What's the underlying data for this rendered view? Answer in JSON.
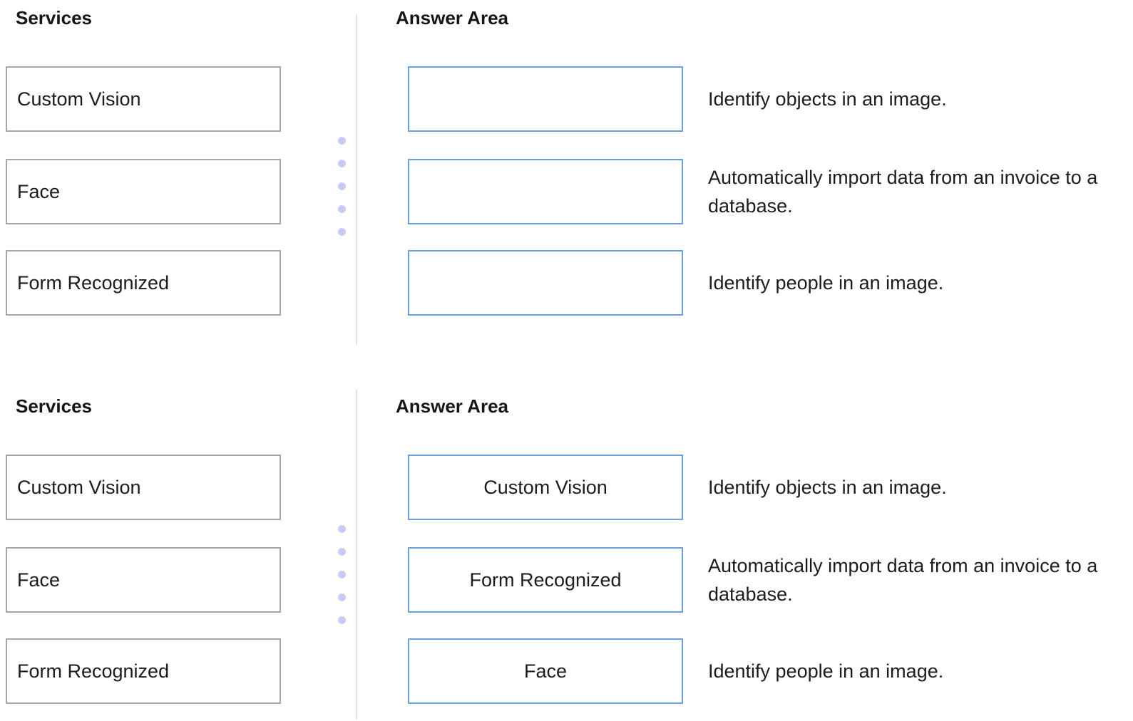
{
  "colors": {
    "text": "#1c1c1c",
    "service_box_border": "#a6a6a6",
    "answer_box_border": "#6aa0dc",
    "divider_line": "#dfe3ef",
    "divider_dot": "#c7cdf2",
    "background": "#ffffff"
  },
  "panels": [
    {
      "state": "unanswered",
      "services_heading": "Services",
      "answer_heading": "Answer Area",
      "service_items": [
        "Custom Vision",
        "Face",
        "Form Recognized"
      ],
      "rows": [
        {
          "answer": "",
          "description": "Identify objects in an image."
        },
        {
          "answer": "",
          "description": "Automatically import data from an invoice to a database."
        },
        {
          "answer": "",
          "description": "Identify people in an image."
        }
      ]
    },
    {
      "state": "answered",
      "services_heading": "Services",
      "answer_heading": "Answer Area",
      "service_items": [
        "Custom Vision",
        "Face",
        "Form Recognized"
      ],
      "rows": [
        {
          "answer": "Custom Vision",
          "description": "Identify objects in an image."
        },
        {
          "answer": "Form Recognized",
          "description": "Automatically import data from an invoice to a database."
        },
        {
          "answer": "Face",
          "description": "Identify people in an image."
        }
      ]
    }
  ]
}
